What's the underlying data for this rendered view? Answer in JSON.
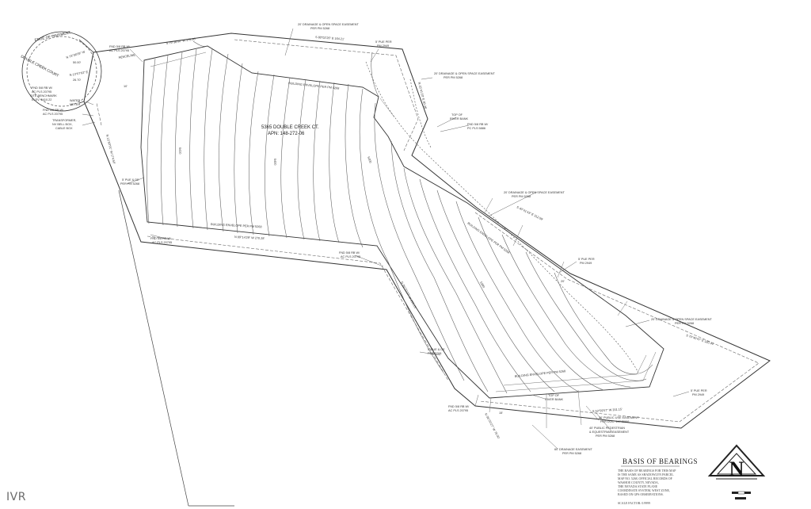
{
  "labels": {
    "street_name": "DOUBLE CREEK COURT",
    "edge_of_pavement": "EDGE OF PAVEMENT",
    "property_address": "5365 DOUBLE CREEK CT.",
    "apn": "APN: 148-272-06",
    "fenceline": "FENCELINE",
    "water_meter_1": "WATER",
    "water_meter_2": "METER",
    "transformer_1": "TRANSFORMER,",
    "transformer_2": "NV BELL BOX,",
    "transformer_3": "CABLE BOX",
    "benchmark_1": "FND 5/8 RB W/",
    "benchmark_2": "AC PLS 20795",
    "benchmark_3": "SITE BENCHMARK",
    "benchmark_4": "ELEV: 5410.22",
    "fnd_left_1": "FND 5/8 RB W/",
    "fnd_left_2": "AC PLS 20795",
    "fnd_top_1": "FND 5/8 RB W/",
    "fnd_top_2": "AC PLS 20795",
    "fnd_bottom_left_1": "FND 5/8 RB W/",
    "fnd_bottom_left_2": "AC PLS 20795",
    "fnd_bottom_mid_1": "FND 5/8 RB W/",
    "fnd_bottom_mid_2": "AC PLS 20795",
    "fnd_right_1": "FND 5/8 RB W/",
    "fnd_right_2": "PC PLS 5886",
    "fnd_lower_1": "FND 5/8 RB W/",
    "fnd_lower_2": "AC PLS 20795",
    "easement_top_1": "20' DRAINAGE & OPEN SPACE EASEMENT",
    "easement_top_2": "PER PM 5268",
    "easement_right_1": "20' DRAINAGE & OPEN SPACE EASEMENT",
    "easement_right_2": "PER PM 5268",
    "easement_mid_1": "20' DRAINAGE & OPEN SPACE EASEMENT",
    "easement_mid_2": "PER PM 5268",
    "easement_lower_1": "20' DRAINAGE & OPEN SPACE EASEMENT",
    "easement_lower_2": "PER PM 5268",
    "pue_top_1": "5' PUE PER",
    "pue_top_2": "PM 2949",
    "pue_left_1": "5' PUE & DE",
    "pue_left_2": "PER PM 5268",
    "pue_right_1": "5' PUE PER",
    "pue_right_2": "PM 2949",
    "pue_lower_1": "5' PUE PER",
    "pue_lower_2": "PM 2949",
    "pue_small_1": "5' PUE & DE",
    "pue_small_2": "PER 5268",
    "top_river_bank_1": "TOP OF",
    "top_river_bank_2": "RIVER BANK",
    "top_river_bank_3": "TOP OF",
    "top_river_bank_4": "RIVER BANK",
    "envelope_top": "BUILDING ENVELOPE PER PM 5268",
    "envelope_left": "BUILDING ENVELOPE PER PM 5268",
    "envelope_right": "BUILDING ENVELOPE PER PM 5268",
    "envelope_bottom": "BUILDING ENVELOPE PER PM 5268",
    "public_use_1": "30' PUBLIC USE EASEMENT",
    "public_use_2": "PER DOC. 14745966",
    "pedestrian_1": "40' PUBLIC PEDESTRIAN",
    "pedestrian_2": "& EQUESTRIAN EASEMENT",
    "pedestrian_3": "PER PM 5268",
    "drainage_60_1": "60' DRAINAGE EASEMENT",
    "drainage_60_2": "PER PM 5268",
    "bearing_top": "S 79°38'00\" W  175.36'",
    "bearing_top_right": "S 80°02'26\" E  164.21'",
    "bearing_left": "N 13°50'01\" W  174.50'",
    "bearing_mid": "N 89°14'29\" W  270.28'",
    "bearing_right": "S 40°41'43\" E  312.59'",
    "bearing_lower_right": "S 70°40'47\" E  183.44'",
    "bearing_diag": "N 36°20'27\" W  215.25'",
    "bearing_bottom": "S 53°59'57\" W  201.15'",
    "bearing_bottom_left": "N 36°20'27\" W  75.00'",
    "bearing_short": "N 15°41'20\" E  80.36'",
    "bearing_curve_1": "N 73°36'09\" W",
    "bearing_curve_2": "50.00'",
    "bearing_curve_3": "N 13°07'02\" E",
    "bearing_curve_4": "26.70'",
    "contour_1": "5410",
    "contour_2": "5400",
    "contour_3": "5400",
    "contour_4": "5390",
    "dim_10": "10'",
    "dim_15": "15'",
    "dim_20": "20'"
  },
  "basis": {
    "title": "BASIS OF BEARINGS",
    "lines": [
      "THE BASIS OF BEARINGS FOR THIS MAP",
      "IS THE SAME AS SHADOWLYN PARCEL",
      "MAP NO. 5268, OFFICIAL RECORDS OF",
      "WASHOE COUNTY, NEVADA,",
      "THE NEVADA STATE PLANE",
      "COORDINATE SYSTEM, WEST ZONE,",
      "BASED ON GPS OBSERVATIONS.",
      "",
      "SCALE FACTOR: 0.9999"
    ]
  },
  "north_arrow": {
    "letter": "N",
    "icon": "north-arrow-icon"
  },
  "watermark": "IVR",
  "colors": {
    "line": "#333333",
    "contour": "#555555",
    "light": "#8a8a8a",
    "paper": "#ffffff"
  }
}
